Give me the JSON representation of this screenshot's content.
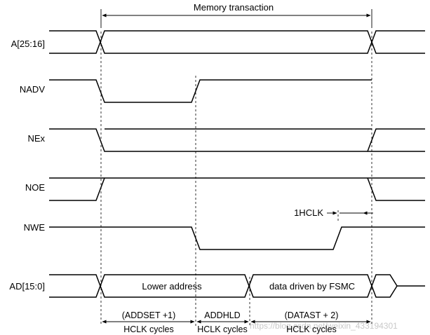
{
  "title": "Memory transaction",
  "signals": {
    "addr_high": "A[25:16]",
    "nadv": "NADV",
    "nex": "NEx",
    "noe": "NOE",
    "nwe": "NWE",
    "ad_bus": "AD[15:0]"
  },
  "bus_segments": {
    "lower_address": "Lower address",
    "data_driven": "data driven by FSMC"
  },
  "timing": {
    "one_hclk": "1HCLK",
    "addset_top": "(ADDSET +1)",
    "addset_bottom": "HCLK cycles",
    "addhld_top": "ADDHLD",
    "addhld_bottom": "HCLK cycles",
    "datast_top": "(DATAST + 2)",
    "datast_bottom": "HCLK cycles"
  },
  "watermark": "https://blog.csdn.net/weixin_433194301"
}
